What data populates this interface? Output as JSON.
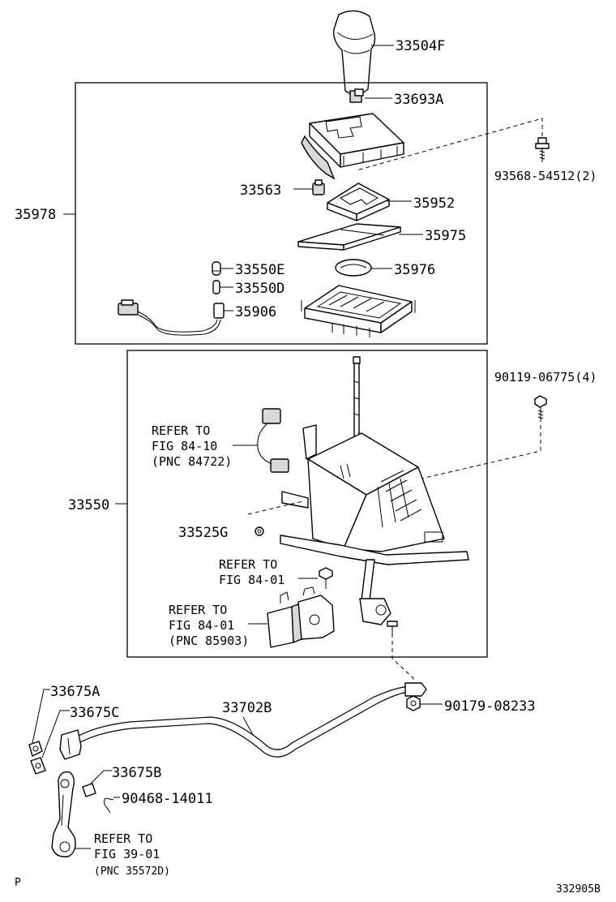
{
  "callouts": {
    "shift_knob": "33504F",
    "knob_clip": "33693A",
    "screw_top": "93568-54512(2)",
    "indicator_sub_assy": "35978",
    "slider_block": "33563",
    "indicator_housing": "35952",
    "slide_plate": "35975",
    "indicator_lens": "35976",
    "bulb_e": "33550E",
    "bulb_d": "33550D",
    "wire_harness": "35906",
    "bolt_right": "90119-06775(4)",
    "lever_assy": "33550",
    "bushing": "33525G",
    "nut_cable": "90179-08233",
    "cable": "33702B",
    "retainer_a": "33675A",
    "retainer_c": "33675C",
    "retainer_b": "33675B",
    "clip_pin": "90468-14011",
    "footer_left": "P",
    "footer_right": "332905B"
  },
  "references": {
    "ref1": {
      "line1": "REFER TO",
      "line2": "FIG 84-10",
      "line3": "(PNC 84722)"
    },
    "ref2": {
      "line1": "REFER TO",
      "line2": "FIG 84-01"
    },
    "ref3": {
      "line1": "REFER TO",
      "line2": "FIG 84-01",
      "line3": "(PNC 85903)"
    },
    "ref4": {
      "line1": "REFER TO",
      "line2": "FIG 39-01",
      "line3": "(PNC 35572D)"
    }
  }
}
